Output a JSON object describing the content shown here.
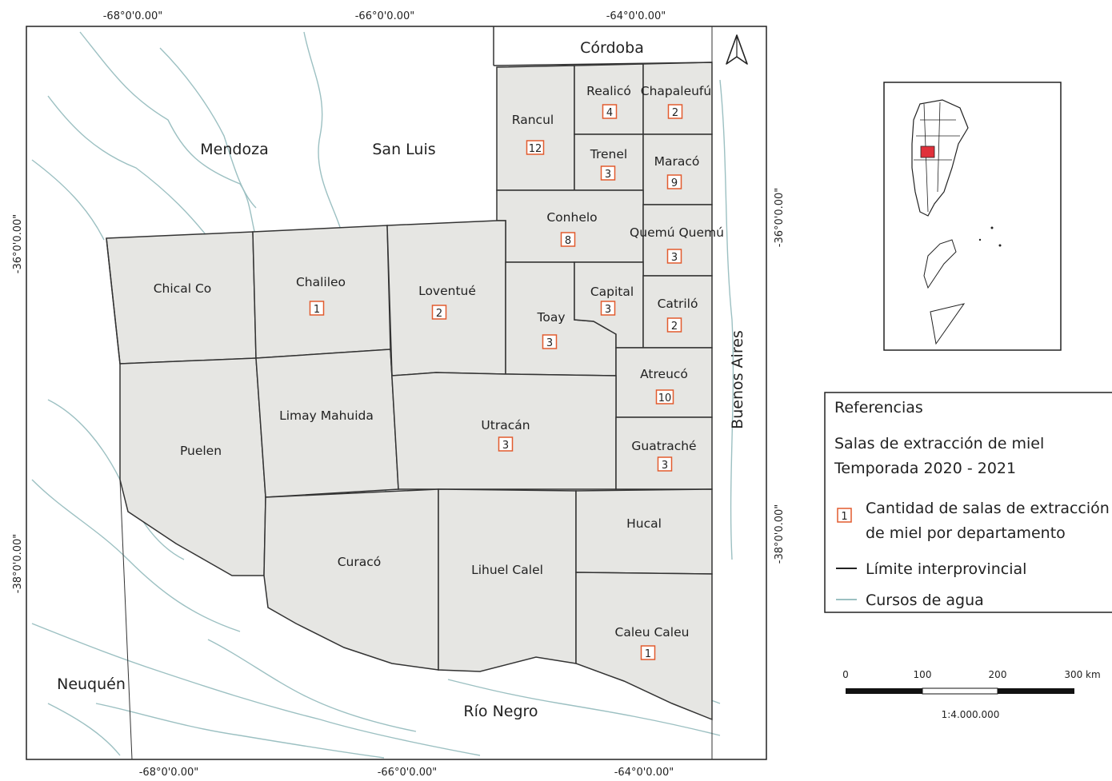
{
  "coordinates": {
    "top": [
      "-68°0'0.00\"",
      "-66°0'0.00\"",
      "-64°0'0.00\""
    ],
    "bottom": [
      "-68°0'0.00\"",
      "-66°0'0.00\"",
      "-64°0'0.00\""
    ],
    "left": [
      "-36°0'0.00\"",
      "-38°0'0.00\""
    ],
    "right": [
      "-36°0'0.00\"",
      "-38°0'0.00\""
    ]
  },
  "provinces": {
    "mendoza": "Mendoza",
    "san_luis": "San Luis",
    "cordoba": "Córdoba",
    "buenos_aires": "Buenos Aires",
    "neuquen": "Neuquén",
    "rio_negro": "Río Negro"
  },
  "departments": [
    {
      "name": "Rancul",
      "count": "12"
    },
    {
      "name": "Realicó",
      "count": "4"
    },
    {
      "name": "Chapaleufú",
      "count": "2"
    },
    {
      "name": "Trenel",
      "count": "3"
    },
    {
      "name": "Maracó",
      "count": "9"
    },
    {
      "name": "Conhelo",
      "count": "8"
    },
    {
      "name": "Quemú Quemú",
      "count": "3"
    },
    {
      "name": "Chical Co",
      "count": ""
    },
    {
      "name": "Chalileo",
      "count": "1"
    },
    {
      "name": "Loventué",
      "count": "2"
    },
    {
      "name": "Toay",
      "count": "3"
    },
    {
      "name": "Capital",
      "count": "3"
    },
    {
      "name": "Catriló",
      "count": "2"
    },
    {
      "name": "Atreucó",
      "count": "10"
    },
    {
      "name": "Puelen",
      "count": ""
    },
    {
      "name": "Limay Mahuida",
      "count": ""
    },
    {
      "name": "Utracán",
      "count": "3"
    },
    {
      "name": "Guatraché",
      "count": "3"
    },
    {
      "name": "Curacó",
      "count": ""
    },
    {
      "name": "Lihuel Calel",
      "count": ""
    },
    {
      "name": "Hucal",
      "count": ""
    },
    {
      "name": "Caleu Caleu",
      "count": "1"
    }
  ],
  "legend": {
    "title": "Referencias",
    "subtitle_line1": "Salas de extracción de miel",
    "subtitle_line2": "Temporada 2020 - 2021",
    "symbol_value": "1",
    "item_count_line1": "Cantidad de salas de extracción",
    "item_count_line2": "de miel por departamento",
    "item_limit": "Límite interprovincial",
    "item_water": "Cursos de agua"
  },
  "scale_bar": {
    "ticks": [
      "0",
      "100",
      "200",
      "300 km"
    ],
    "ratio": "1:4.000.000"
  },
  "colors": {
    "department_fill": "#e6e6e3",
    "border": "#333333",
    "water": "#9cc0c2",
    "count_box": "#e25b2e",
    "locator_highlight": "#e0303a"
  },
  "icons": {
    "north_arrow": "north-arrow-icon"
  }
}
